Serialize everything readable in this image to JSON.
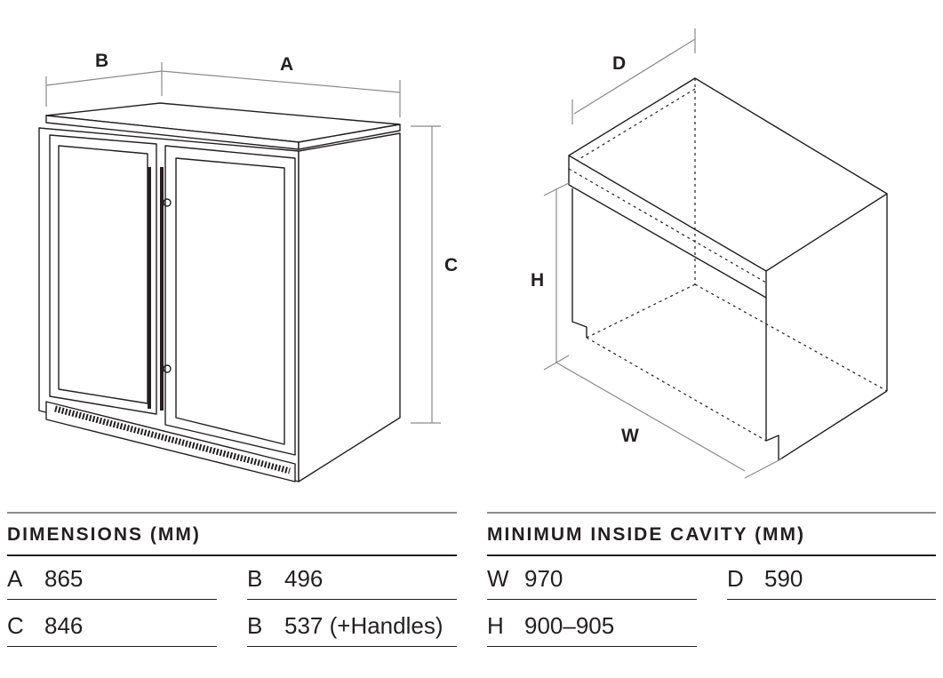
{
  "fridge_labels": {
    "a": "A",
    "b": "B",
    "c": "C"
  },
  "cavity_labels": {
    "d": "D",
    "h": "H",
    "w": "W"
  },
  "dimensions": {
    "heading": "DIMENSIONS (MM)",
    "rows": [
      {
        "key": "A",
        "value": "865"
      },
      {
        "key": "B",
        "value": "496"
      },
      {
        "key": "C",
        "value": "846"
      },
      {
        "key": "B",
        "value": "537 (+Handles)"
      }
    ]
  },
  "cavity": {
    "heading": "MINIMUM INSIDE CAVITY (MM)",
    "rows": [
      {
        "key": "W",
        "value": "970"
      },
      {
        "key": "D",
        "value": "590"
      },
      {
        "key": "H",
        "value": "900–905"
      }
    ]
  }
}
